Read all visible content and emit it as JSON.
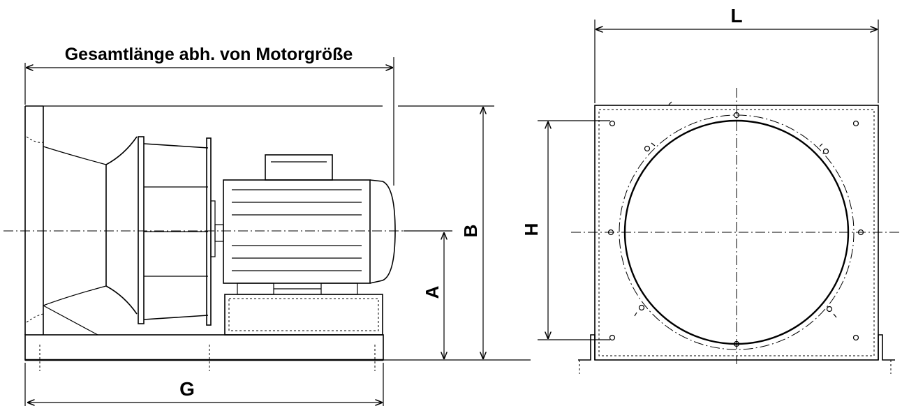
{
  "labels": {
    "overall_length": "Gesamtlänge abh. von Motorgröße",
    "dim_g": "G",
    "dim_a": "A",
    "dim_b": "B",
    "dim_h": "H",
    "dim_l": "L"
  },
  "colors": {
    "line": "#000000",
    "background": "#ffffff"
  }
}
